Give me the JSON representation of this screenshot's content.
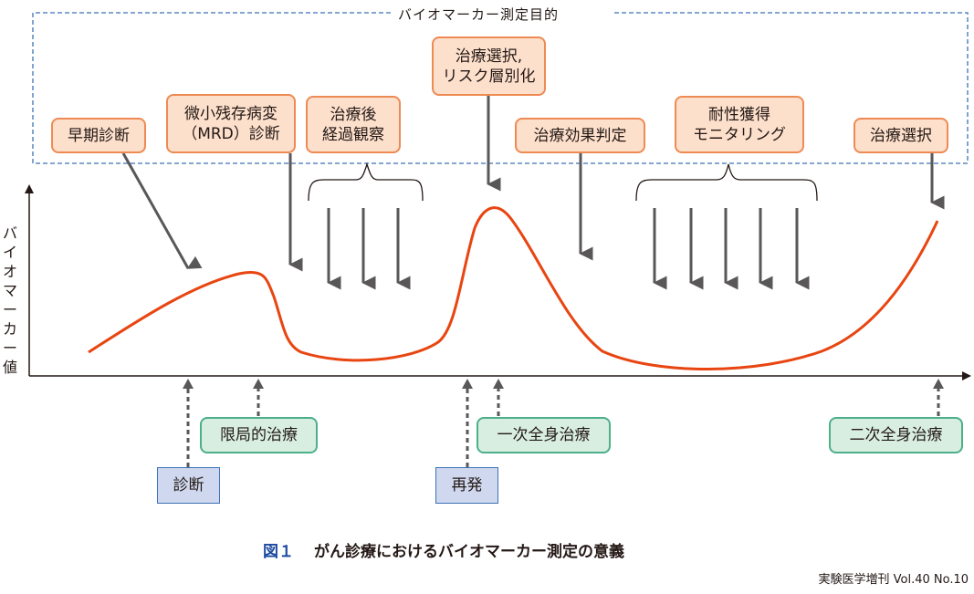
{
  "purpose_frame_title": "バイオマーカー測定目的",
  "y_axis_label": "バイオマーカー値",
  "purposes": [
    {
      "id": "early",
      "label": "早期診断"
    },
    {
      "id": "mrd",
      "label": "微小残存病変\n（MRD）診断"
    },
    {
      "id": "followup",
      "label": "治療後\n経過観察"
    },
    {
      "id": "select-risk",
      "label": "治療選択,\nリスク層別化"
    },
    {
      "id": "effect",
      "label": "治療効果判定"
    },
    {
      "id": "resistance",
      "label": "耐性獲得\nモニタリング"
    },
    {
      "id": "select",
      "label": "治療選択"
    }
  ],
  "treatments": [
    {
      "id": "local",
      "label": "限局的治療"
    },
    {
      "id": "first",
      "label": "一次全身治療"
    },
    {
      "id": "second",
      "label": "二次全身治療"
    }
  ],
  "events": [
    {
      "id": "diagnosis",
      "label": "診断"
    },
    {
      "id": "relapse",
      "label": "再発"
    }
  ],
  "colors": {
    "curve": "#e84511",
    "purpose_fill": "#fde0cc",
    "purpose_border": "#ee8a54",
    "treatment_fill": "#d8eee0",
    "treatment_border": "#4cb08a",
    "event_fill": "#cfd8ee",
    "event_border": "#3d72b8",
    "frame_dash": "#3d72b8",
    "arrow": "#595757"
  },
  "caption": {
    "figure_no": "図１",
    "text": "がん診療におけるバイオマーカー測定の意義"
  },
  "source": "実験医学増刊 Vol.40 No.10"
}
